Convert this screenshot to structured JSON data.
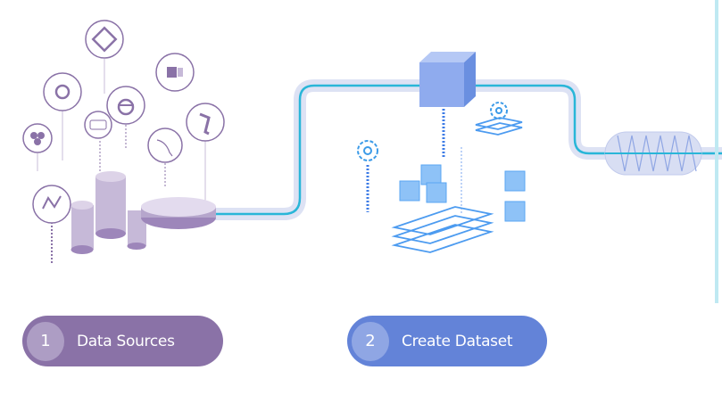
{
  "steps": [
    {
      "number": "1",
      "label": "Data Sources",
      "color": "#8a72a7"
    },
    {
      "number": "2",
      "label": "Create Dataset",
      "color": "#6383d8"
    }
  ],
  "colors": {
    "pipe": "#29b6d8",
    "pipe_band": "#dde2f4",
    "purple": "#8a72a7",
    "blue": "#5b8ff0"
  },
  "icons": [
    "hexagon-cluster-icon",
    "spark-icon",
    "diamond-logo-icon",
    "csv-file-icon",
    "target-logo-icon",
    "excel-file-icon",
    "mysql-dolphin-icon",
    "sql-server-icon",
    "line-chart-icon",
    "gear-icon",
    "cube-icon"
  ]
}
